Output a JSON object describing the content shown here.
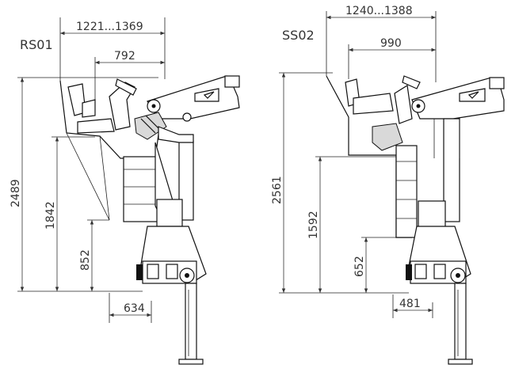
{
  "left": {
    "model": "RS01",
    "width_range": "1221...1369",
    "reach": "792",
    "total_height": "2489",
    "seat_height": "1842",
    "pedestal_height": "852",
    "base_offset": "634"
  },
  "right": {
    "model": "SS02",
    "width_range": "1240...1388",
    "reach": "990",
    "total_height": "2561",
    "seat_height": "1592",
    "pedestal_height": "652",
    "base_offset": "481"
  }
}
